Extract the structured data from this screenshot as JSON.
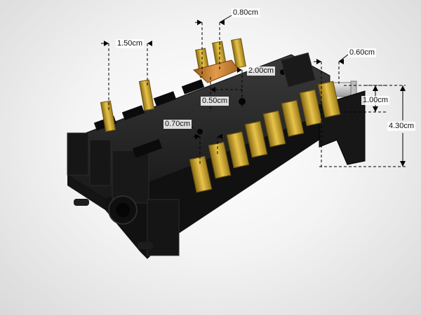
{
  "product": {
    "description_hidden": "",
    "body_color": "#1c1c1c",
    "terminal_color": "#c9a227",
    "highlight_terminal_color": "#c98a3b"
  },
  "dimensions": {
    "d1": "1.50cm",
    "d2": "0.80cm",
    "d3": "2.00cm",
    "d4": "0.50cm",
    "d5": "0.60cm",
    "d6": "1.00cm",
    "d7": "4.30cm",
    "d8": "0.70cm"
  },
  "annotation_color": "#000000"
}
